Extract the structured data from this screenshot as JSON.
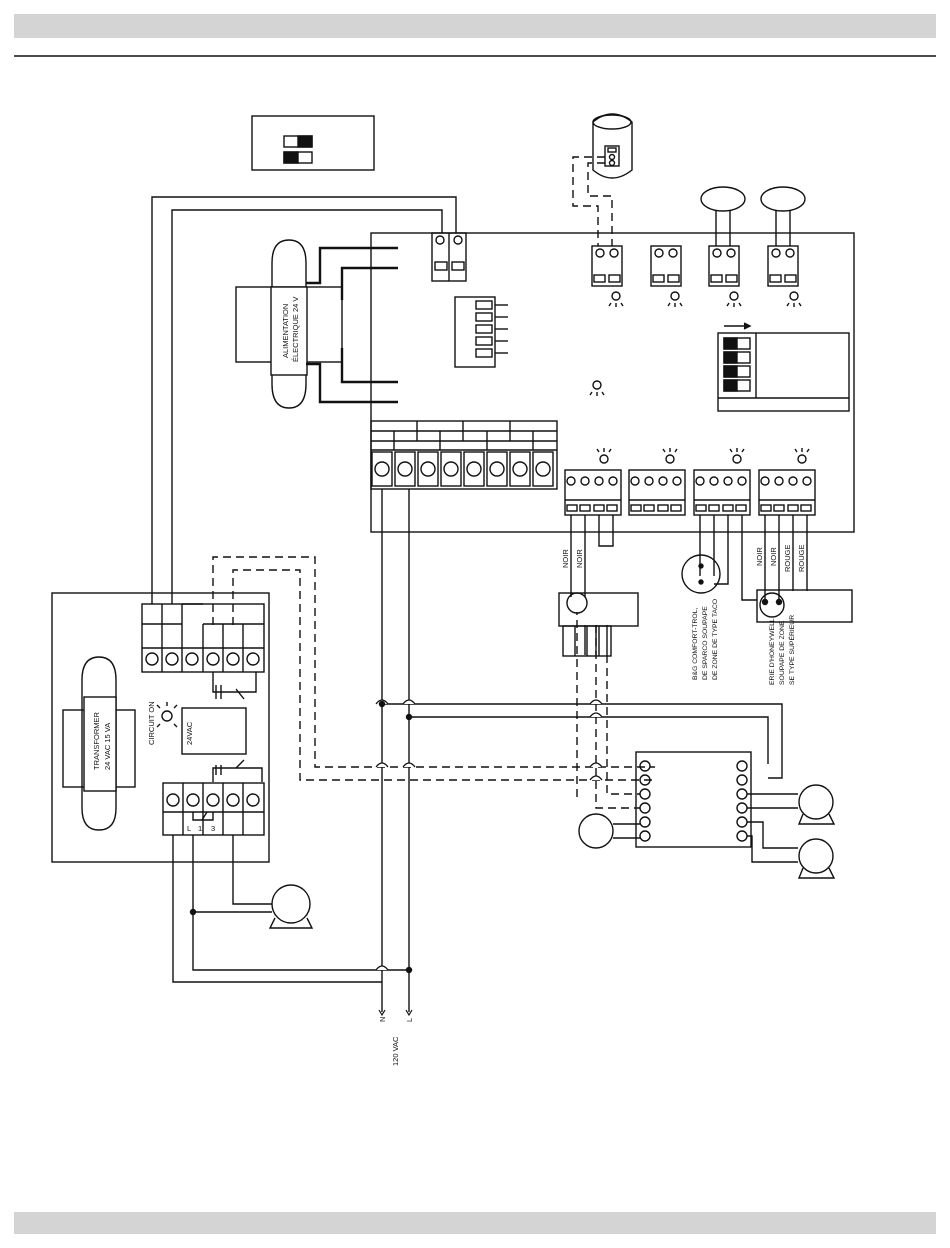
{
  "transformer_24v": {
    "line1": "ALIMENTATION",
    "line2": "ÉLECTRIQUE 24 V"
  },
  "relay_box": {
    "transformer_line1": "TRANSFORMER",
    "transformer_line2": "24 VAC   15 VA",
    "circuit_on": "CIRCUIT ON",
    "vac_label": "24VAC",
    "relay_l": "L",
    "relay_1": "1",
    "relay_3": "3"
  },
  "wire_labels": {
    "noir_1": "NOIR",
    "noir_2": "NOIR",
    "noir_3": "NOIR",
    "noir_4": "NOIR",
    "rouge_1": "ROUGE",
    "rouge_2": "ROUGE"
  },
  "valve_notes": {
    "taco_line1": "B&G COMFORT-TROL,",
    "taco_line2": "DE SPARCO SOUPAPE",
    "taco_line3": "DE ZONE DE TYPE TACO",
    "honeywell_line1": "ERIE D'HONEYWELL",
    "honeywell_line2": "SOUPAPE DE ZONE",
    "honeywell_line3": "SE TYPE SUPÉRIEUR"
  },
  "power": {
    "n": "N",
    "l": "L",
    "voltage": "120 VAC"
  },
  "colors": {
    "line": "#111111",
    "header_bar": "#d4d4d4"
  }
}
